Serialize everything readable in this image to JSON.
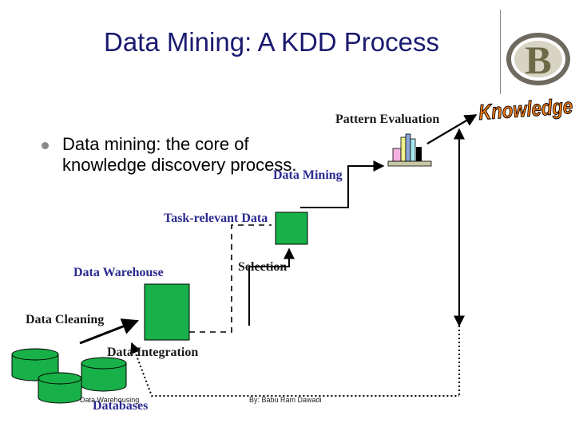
{
  "slide": {
    "title": "Data Mining: A KDD Process",
    "bullet": "Data mining: the core of knowledge discovery process.",
    "logo_letter": "B"
  },
  "diagram": {
    "knowledge": "Knowledge",
    "pattern_evaluation": "Pattern Evaluation",
    "data_mining": "Data Mining",
    "task_relevant_data": "Task-relevant Data",
    "data_warehouse": "Data Warehouse",
    "selection": "Selection",
    "data_cleaning": "Data Cleaning",
    "data_integration": "Data Integration",
    "databases": "Databases"
  },
  "footer": {
    "left": "Data Warehousing",
    "center": "By: Babu Ram Dawadi"
  },
  "colors": {
    "title": "#1a1a70",
    "box_green": "#18b048",
    "knowledge_orange": "#f07a10",
    "db_green": "#18b048"
  }
}
